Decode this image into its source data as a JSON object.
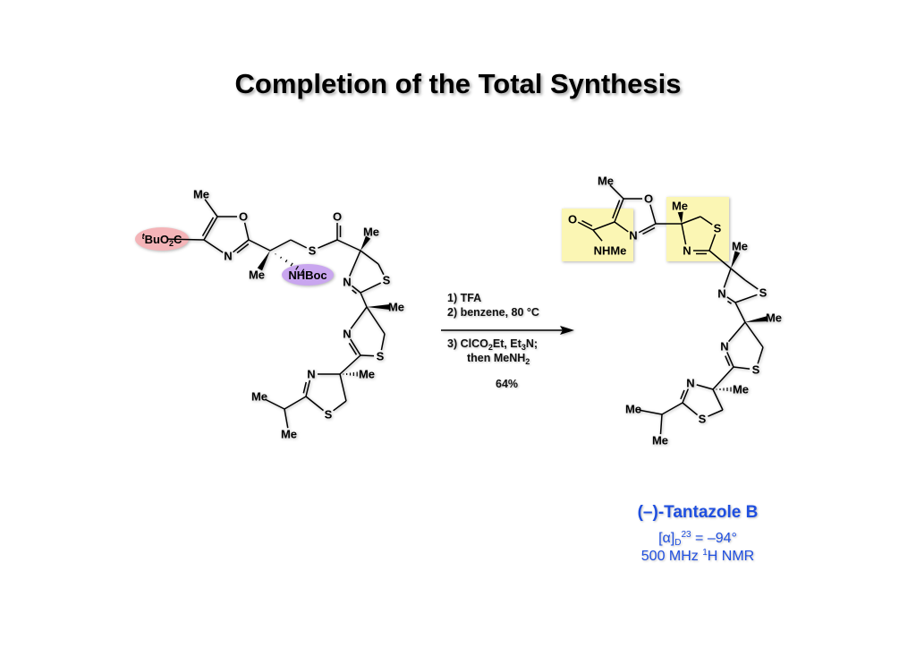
{
  "title": "Completion of the Total Synthesis",
  "colors": {
    "highlight_ester": "#f4b4b8",
    "highlight_boc": "#c9a6ef",
    "highlight_product": "#fbf6b4",
    "product_text": "#1f4fe0"
  },
  "starting_material": {
    "labels": {
      "me5": "Me",
      "o1": "O",
      "n3": "N",
      "meq": "Me",
      "s1": "S",
      "oco": "O",
      "t1me": "Me",
      "t1s": "S",
      "t1n": "N",
      "t2me": "Me",
      "t2n": "N",
      "t2s": "S",
      "t3me": "Me",
      "t3n": "N",
      "t3s": "S",
      "ipme1": "Me",
      "ipme2": "Me"
    },
    "ester_label": {
      "sup": "t",
      "main": "BuO",
      "sub": "2",
      "end": "C"
    },
    "boc_label": "NHBoc"
  },
  "conditions": {
    "step1": "1) TFA",
    "step2": "2) benzene, 80 °C",
    "step3": {
      "a": "3) ClCO",
      "a_sub": "2",
      "b": "Et, Et",
      "b_sub": "3",
      "c": "N;"
    },
    "step3b": {
      "a": "then MeNH",
      "a_sub": "2"
    },
    "yield": "64%"
  },
  "product": {
    "labels": {
      "me5": "Me",
      "o1": "O",
      "n3": "N",
      "oam": "O",
      "nhme": "NHMe",
      "aMe": "Me",
      "aS": "S",
      "aN": "N",
      "bMe": "Me",
      "bS": "S",
      "bN": "N",
      "cMe": "Me",
      "cN": "N",
      "cS": "S",
      "dMe": "Me",
      "dN": "N",
      "dS": "S",
      "ipme1": "Me",
      "ipme2": "Me"
    },
    "name": "(–)-Tantazole B",
    "rotation": {
      "prefix": "[α]",
      "sub": "D",
      "sup": "23",
      "value": " = –94°"
    },
    "nmr": {
      "a": "500 MHz ",
      "sup": "1",
      "b": "H NMR"
    }
  }
}
